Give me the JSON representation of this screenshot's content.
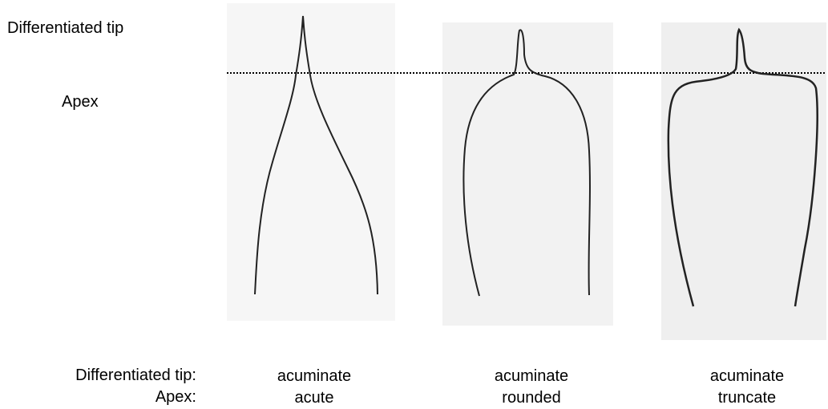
{
  "header_labels": {
    "differentiated_tip": "Differentiated tip",
    "apex": "Apex"
  },
  "row_labels": {
    "differentiated_tip": "Differentiated tip:",
    "apex": "Apex:"
  },
  "columns": [
    {
      "differentiated_tip": "acuminate",
      "apex": "acute"
    },
    {
      "differentiated_tip": "acuminate",
      "apex": "rounded"
    },
    {
      "differentiated_tip": "acuminate",
      "apex": "truncate"
    }
  ]
}
